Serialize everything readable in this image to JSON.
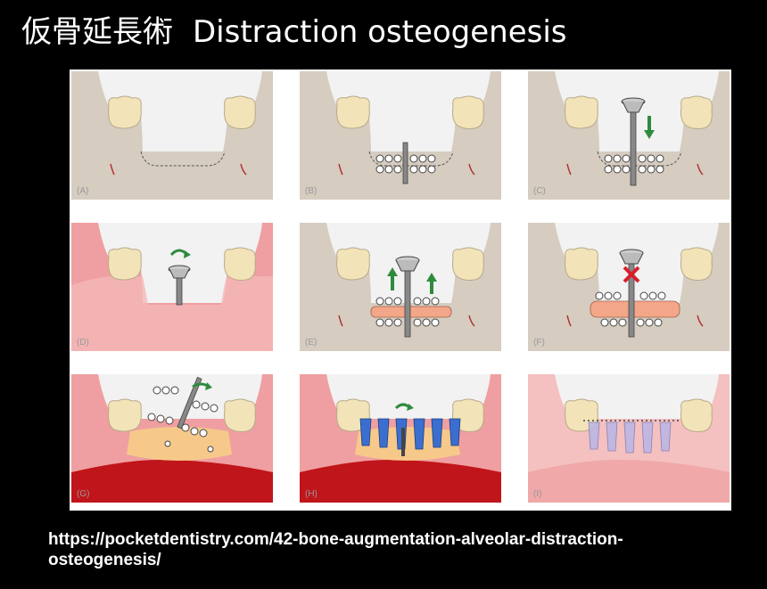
{
  "title": {
    "jp": "仮骨延長術",
    "en": "Distraction osteogenesis"
  },
  "panels": [
    {
      "label": "(A)"
    },
    {
      "label": "(B)"
    },
    {
      "label": "(C)"
    },
    {
      "label": "(D)"
    },
    {
      "label": "(E)"
    },
    {
      "label": "(F)"
    },
    {
      "label": "(G)"
    },
    {
      "label": "(H)"
    },
    {
      "label": "(I)"
    }
  ],
  "source_url": "https://pocketdentistry.com/42-bone-augmentation-alveolar-distraction-osteogenesis/",
  "colors": {
    "bone": "#d6ccc0",
    "tooth": "#f2e4b8",
    "gum": "#ef9fa1",
    "distracted_segment": "#f4a688",
    "arrow_green": "#2e8b3e",
    "stop_red": "#d8202a",
    "implant_blue": "#3a6fd0",
    "bone_dark_red": "#c0151a"
  }
}
